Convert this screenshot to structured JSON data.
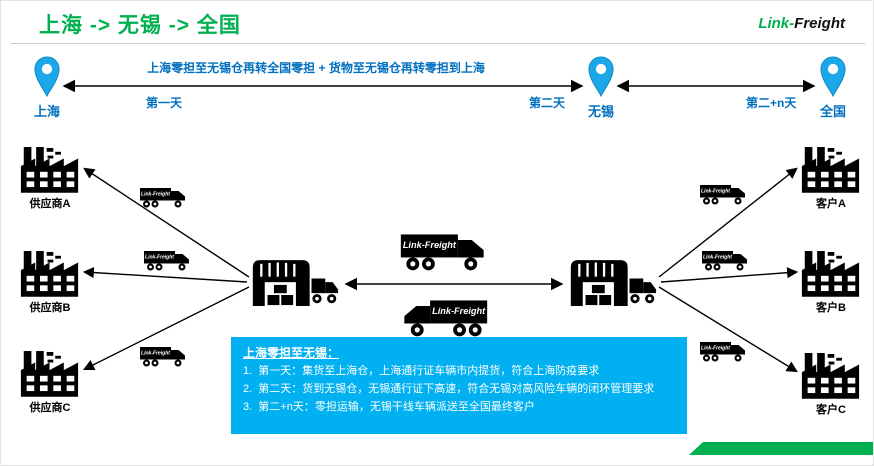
{
  "header": {
    "title": "上海 -> 无锡 -> 全国",
    "logo": {
      "part1": "Link-",
      "part2": "Freight"
    }
  },
  "timeline": {
    "route_note": "上海零担至无锡仓再转全国零担 + 货物至无锡仓再转零担到上海",
    "pins": {
      "shanghai": "上海",
      "wuxi": "无锡",
      "nationwide": "全国"
    },
    "days": {
      "day1": "第一天",
      "day2": "第二天",
      "day2n": "第二+n天"
    }
  },
  "suppliers": [
    {
      "label": "供应商A"
    },
    {
      "label": "供应商B"
    },
    {
      "label": "供应商C"
    }
  ],
  "customers": [
    {
      "label": "客户A"
    },
    {
      "label": "客户B"
    },
    {
      "label": "客户C"
    }
  ],
  "truck_brand": "Link-Freight",
  "info_box": {
    "title": "上海零担至无锡：",
    "items": [
      {
        "text": "1.  第一天：集货至上海仓，上海通行证车辆市内提货，符合上海防疫要求"
      },
      {
        "text": "2.  第二天：货到无锡仓，无锡通行证下高速，符合无锡对高风险车辆的闭环管理要求"
      },
      {
        "text": "3.  第二+n天：零担运输，无锡干线车辆派送至全国最终客户"
      }
    ]
  },
  "colors": {
    "title_green": "#00B050",
    "route_blue": "#0070C0",
    "pin_cyan": "#1BA7E8",
    "info_bg": "#00B0F0",
    "bar_green": "#00B050"
  }
}
